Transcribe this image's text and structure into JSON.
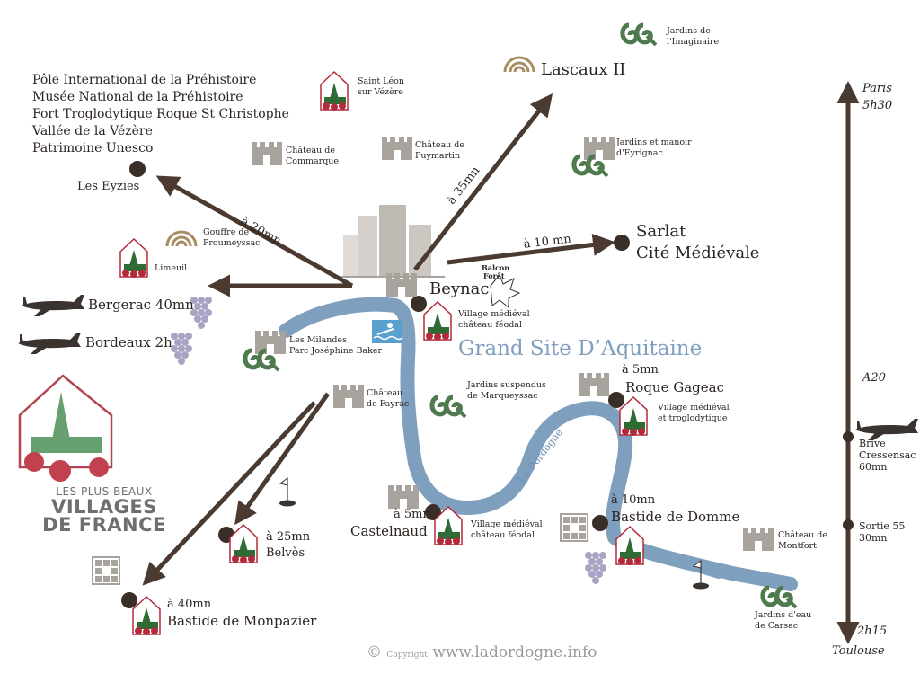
{
  "colors": {
    "arrow": "#4a3a30",
    "river": "#7f9fbe",
    "river_text": "#6d8fb0",
    "castle": "#a9a39d",
    "village_red": "#b32a3a",
    "village_green": "#2f6b34",
    "garden_green": "#4e7a4e",
    "cave_tan": "#a78e62",
    "grape": "#a9a4c4"
  },
  "heritage_list": [
    "Pôle International de la Préhistoire",
    "Musée National de la Préhistoire",
    "Fort Troglodytique Roque St Christophe",
    "Vallée de la Vézère",
    "Patrimoine Unesco"
  ],
  "places": {
    "les_eyzies": "Les Eyzies",
    "lascaux": "Lascaux II",
    "sarlat_1": "Sarlat",
    "sarlat_2": "Cité Médiévale",
    "beynac": "Beynac",
    "beynac_desc_1": "Village médiéval",
    "beynac_desc_2": "château féodal",
    "roque_time": "à 5mn",
    "roque": "Roque Gageac",
    "roque_desc_1": "Village médiéval",
    "roque_desc_2": "et troglodytique",
    "domme_time": "à 10mn",
    "domme": "Bastide de Domme",
    "castelnaud_time": "à 5mn",
    "castelnaud": "Castelnaud",
    "castelnaud_desc_1": "Village médiéval",
    "castelnaud_desc_2": "château féodal",
    "belves_time": "à 25mn",
    "belves": "Belvès",
    "monpazier_time": "à 40mn",
    "monpazier": "Bastide de Monpazier",
    "bergerac": "Bergerac 40mn",
    "bordeaux": "Bordeaux 2h",
    "limeuil": "Limeuil",
    "saint_leon_1": "Saint Léon",
    "saint_leon_2": "sur Vézère",
    "commarque_1": "Château de",
    "commarque_2": "Commarque",
    "puymartin_1": "Château de",
    "puymartin_2": "Puymartin",
    "proumeyssac_1": "Gouffre de",
    "proumeyssac_2": "Proumeyssac",
    "imaginaire_1": "Jardins de",
    "imaginaire_2": "l'Imaginaire",
    "eyrignac_1": "Jardins et manoir",
    "eyrignac_2": "d'Eyrignac",
    "milandes_1": "Les Milandes",
    "milandes_2": "Parc Joséphine Baker",
    "marqueyssac_1": "Jardins suspendus",
    "marqueyssac_2": "de Marqueyssac",
    "fayrac_1": "Château",
    "fayrac_2": "de Fayrac",
    "montfort_1": "Château de",
    "montfort_2": "Montfort",
    "carsac_1": "Jardins d'eau",
    "carsac_2": "de Carsac",
    "balcon_1": "Balcon",
    "balcon_2": "Forêt"
  },
  "distances": {
    "eyzies": "à 20mn",
    "lascaux": "à 35mn",
    "sarlat": "à 10 mn"
  },
  "region_title": "Grand Site D’Aquitaine",
  "river_name": "La Dordogne",
  "highway": {
    "paris_1": "Paris",
    "paris_2": "5h30",
    "a20": "A20",
    "brive_1": "Brive",
    "brive_2": "Cressensac",
    "brive_3": "60mn",
    "sortie_1": "Sortie 55",
    "sortie_2": "30mn",
    "toulouse_1": "2h15",
    "toulouse_2": "Toulouse"
  },
  "logo": {
    "line1": "LES PLUS BEAUX",
    "line2": "VILLAGES",
    "line3": "DE FRANCE"
  },
  "footer": {
    "copyright": "Copyright",
    "url": "www.ladordogne.info"
  }
}
